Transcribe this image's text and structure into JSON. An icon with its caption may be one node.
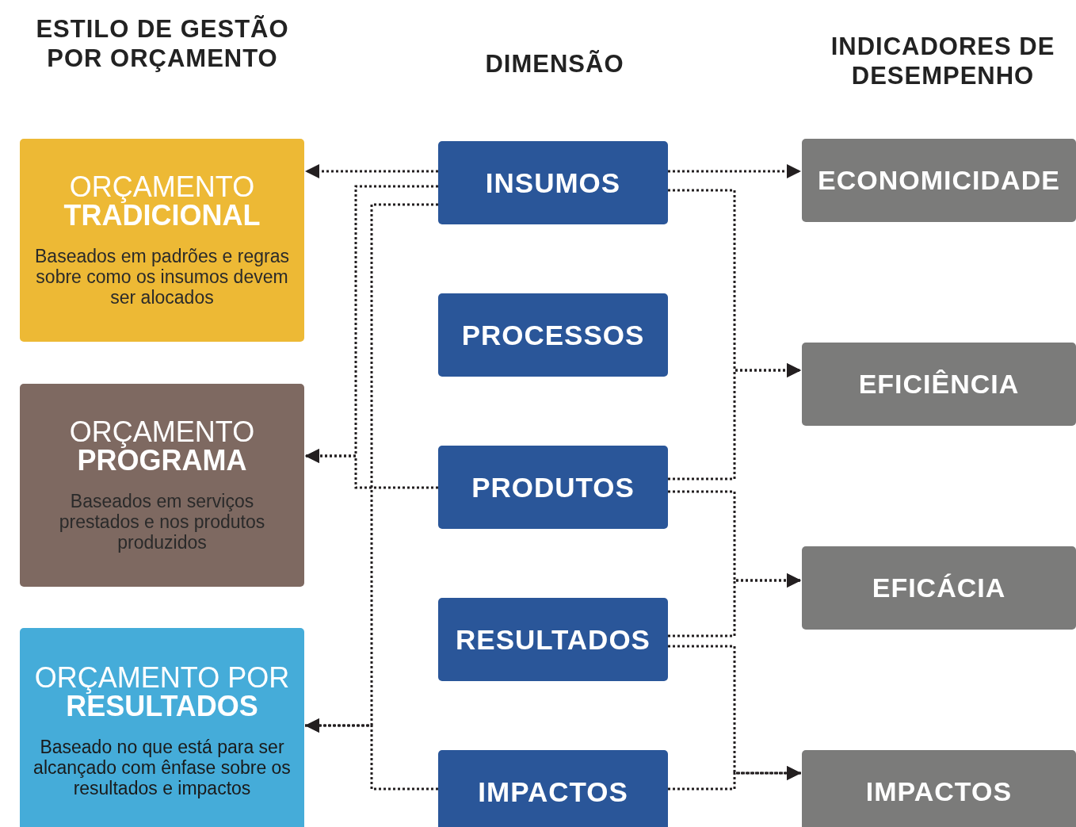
{
  "diagram": {
    "nodes": [
      {
        "text": [
          "ORÇAMENTO **TRADICIONAL**",
          "Baseados em padrões e regras sobre como os insumos devem ser alocados"
        ]
      },
      {
        "text": [
          "ORÇAMENTO **PROGRAMA**",
          "Baseados em serviços prestados e nos produtos produzidos"
        ]
      },
      {
        "text": [
          "ORÇAMENTO POR **RESULTADOS**",
          "Baseado no que está para ser alcançado com ênfase sobre os resultados e impactos"
        ]
      },
      {
        "text": [
          "INSUMOS"
        ]
      },
      {
        "text": [
          "PROCESSOS"
        ]
      },
      {
        "text": [
          "PRODUTOS"
        ]
      },
      {
        "text": [
          "RESULTADOS"
        ]
      },
      {
        "text": [
          "IMPACTOS"
        ]
      },
      {
        "text": [
          "ECONOMICIDADE"
        ]
      },
      {
        "text": [
          "EFICIÊNCIA"
        ]
      },
      {
        "text": [
          "EFICÁCIA"
        ]
      },
      {
        "text": [
          "IMPACTOS"
        ]
      }
    ],
    "edges": [
      {
        "from": 3,
        "to": 0,
        "arrow": "to",
        "style": "dashed"
      },
      {
        "from": 3,
        "to": 1,
        "arrow": "to",
        "style": "dashed"
      },
      {
        "from": 5,
        "to": 1,
        "arrow": "to",
        "style": "dashed"
      },
      {
        "from": 3,
        "to": 2,
        "arrow": "to",
        "style": "dashed"
      },
      {
        "from": 7,
        "to": 2,
        "arrow": "to",
        "style": "dashed"
      },
      {
        "from": 3,
        "to": 8,
        "arrow": "to",
        "style": "dashed"
      },
      {
        "from": 3,
        "to": 9,
        "arrow": "to",
        "style": "dashed"
      },
      {
        "from": 5,
        "to": 9,
        "arrow": "to",
        "style": "dashed"
      },
      {
        "from": 5,
        "to": 10,
        "arrow": "to",
        "style": "dashed"
      },
      {
        "from": 6,
        "to": 10,
        "arrow": "to",
        "style": "dashed"
      },
      {
        "from": 6,
        "to": 11,
        "arrow": "to",
        "style": "dashed"
      },
      {
        "from": 7,
        "to": 11,
        "arrow": "to",
        "style": "dashed"
      }
    ],
    "labels": [
      "ESTILO DE GESTÃO POR ORÇAMENTO",
      "DIMENSÃO",
      "INDICADORES DE DESEMPENHO"
    ]
  }
}
